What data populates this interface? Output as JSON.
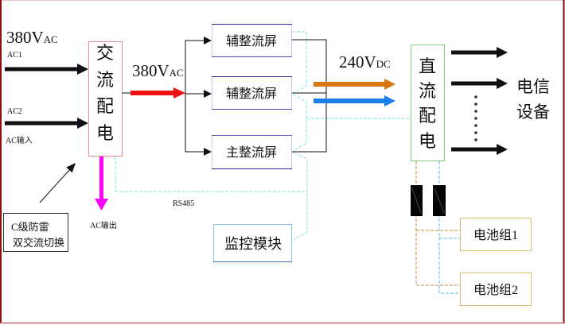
{
  "diagram": {
    "ac_input": {
      "voltage": {
        "main": "380V",
        "sub": "AC"
      },
      "line1": "AC1",
      "line2": "AC2",
      "caption": "AC输入"
    },
    "ac_distribution": {
      "chars": [
        "交",
        "流",
        "配",
        "电"
      ]
    },
    "ac_output": {
      "label": "AC输出"
    },
    "annotation": {
      "lines": [
        "C级防雷",
        "双交流切换"
      ]
    },
    "ac_bus_voltage": {
      "main": "380V",
      "sub": "AC"
    },
    "rectifiers": [
      {
        "label": "辅整流屏"
      },
      {
        "label": "辅整流屏"
      },
      {
        "label": "主整流屏"
      }
    ],
    "dc_bus_voltage": {
      "main": "240V",
      "sub": "DC"
    },
    "dc_distribution": {
      "chars": [
        "直",
        "流",
        "配",
        "电"
      ]
    },
    "load": {
      "lines": [
        "电信",
        "设备"
      ]
    },
    "monitor": {
      "label": "监控模块"
    },
    "comm": {
      "label": "RS485"
    },
    "batteries": [
      {
        "label": "电池组1"
      },
      {
        "label": "电池组2"
      }
    ]
  },
  "colors": {
    "ac_feed_arrow": "#ee1111",
    "ac_output_arrow": "#ff00ff",
    "dc_arrow_1": "#d8760f",
    "dc_arrow_2": "#1a7fe8",
    "ac_box_border": "#e89090",
    "dc_box_border": "#80d080",
    "battery_box_border": "#d8c070",
    "comm_line": "#86e0e0",
    "frame": "#8b1010"
  }
}
